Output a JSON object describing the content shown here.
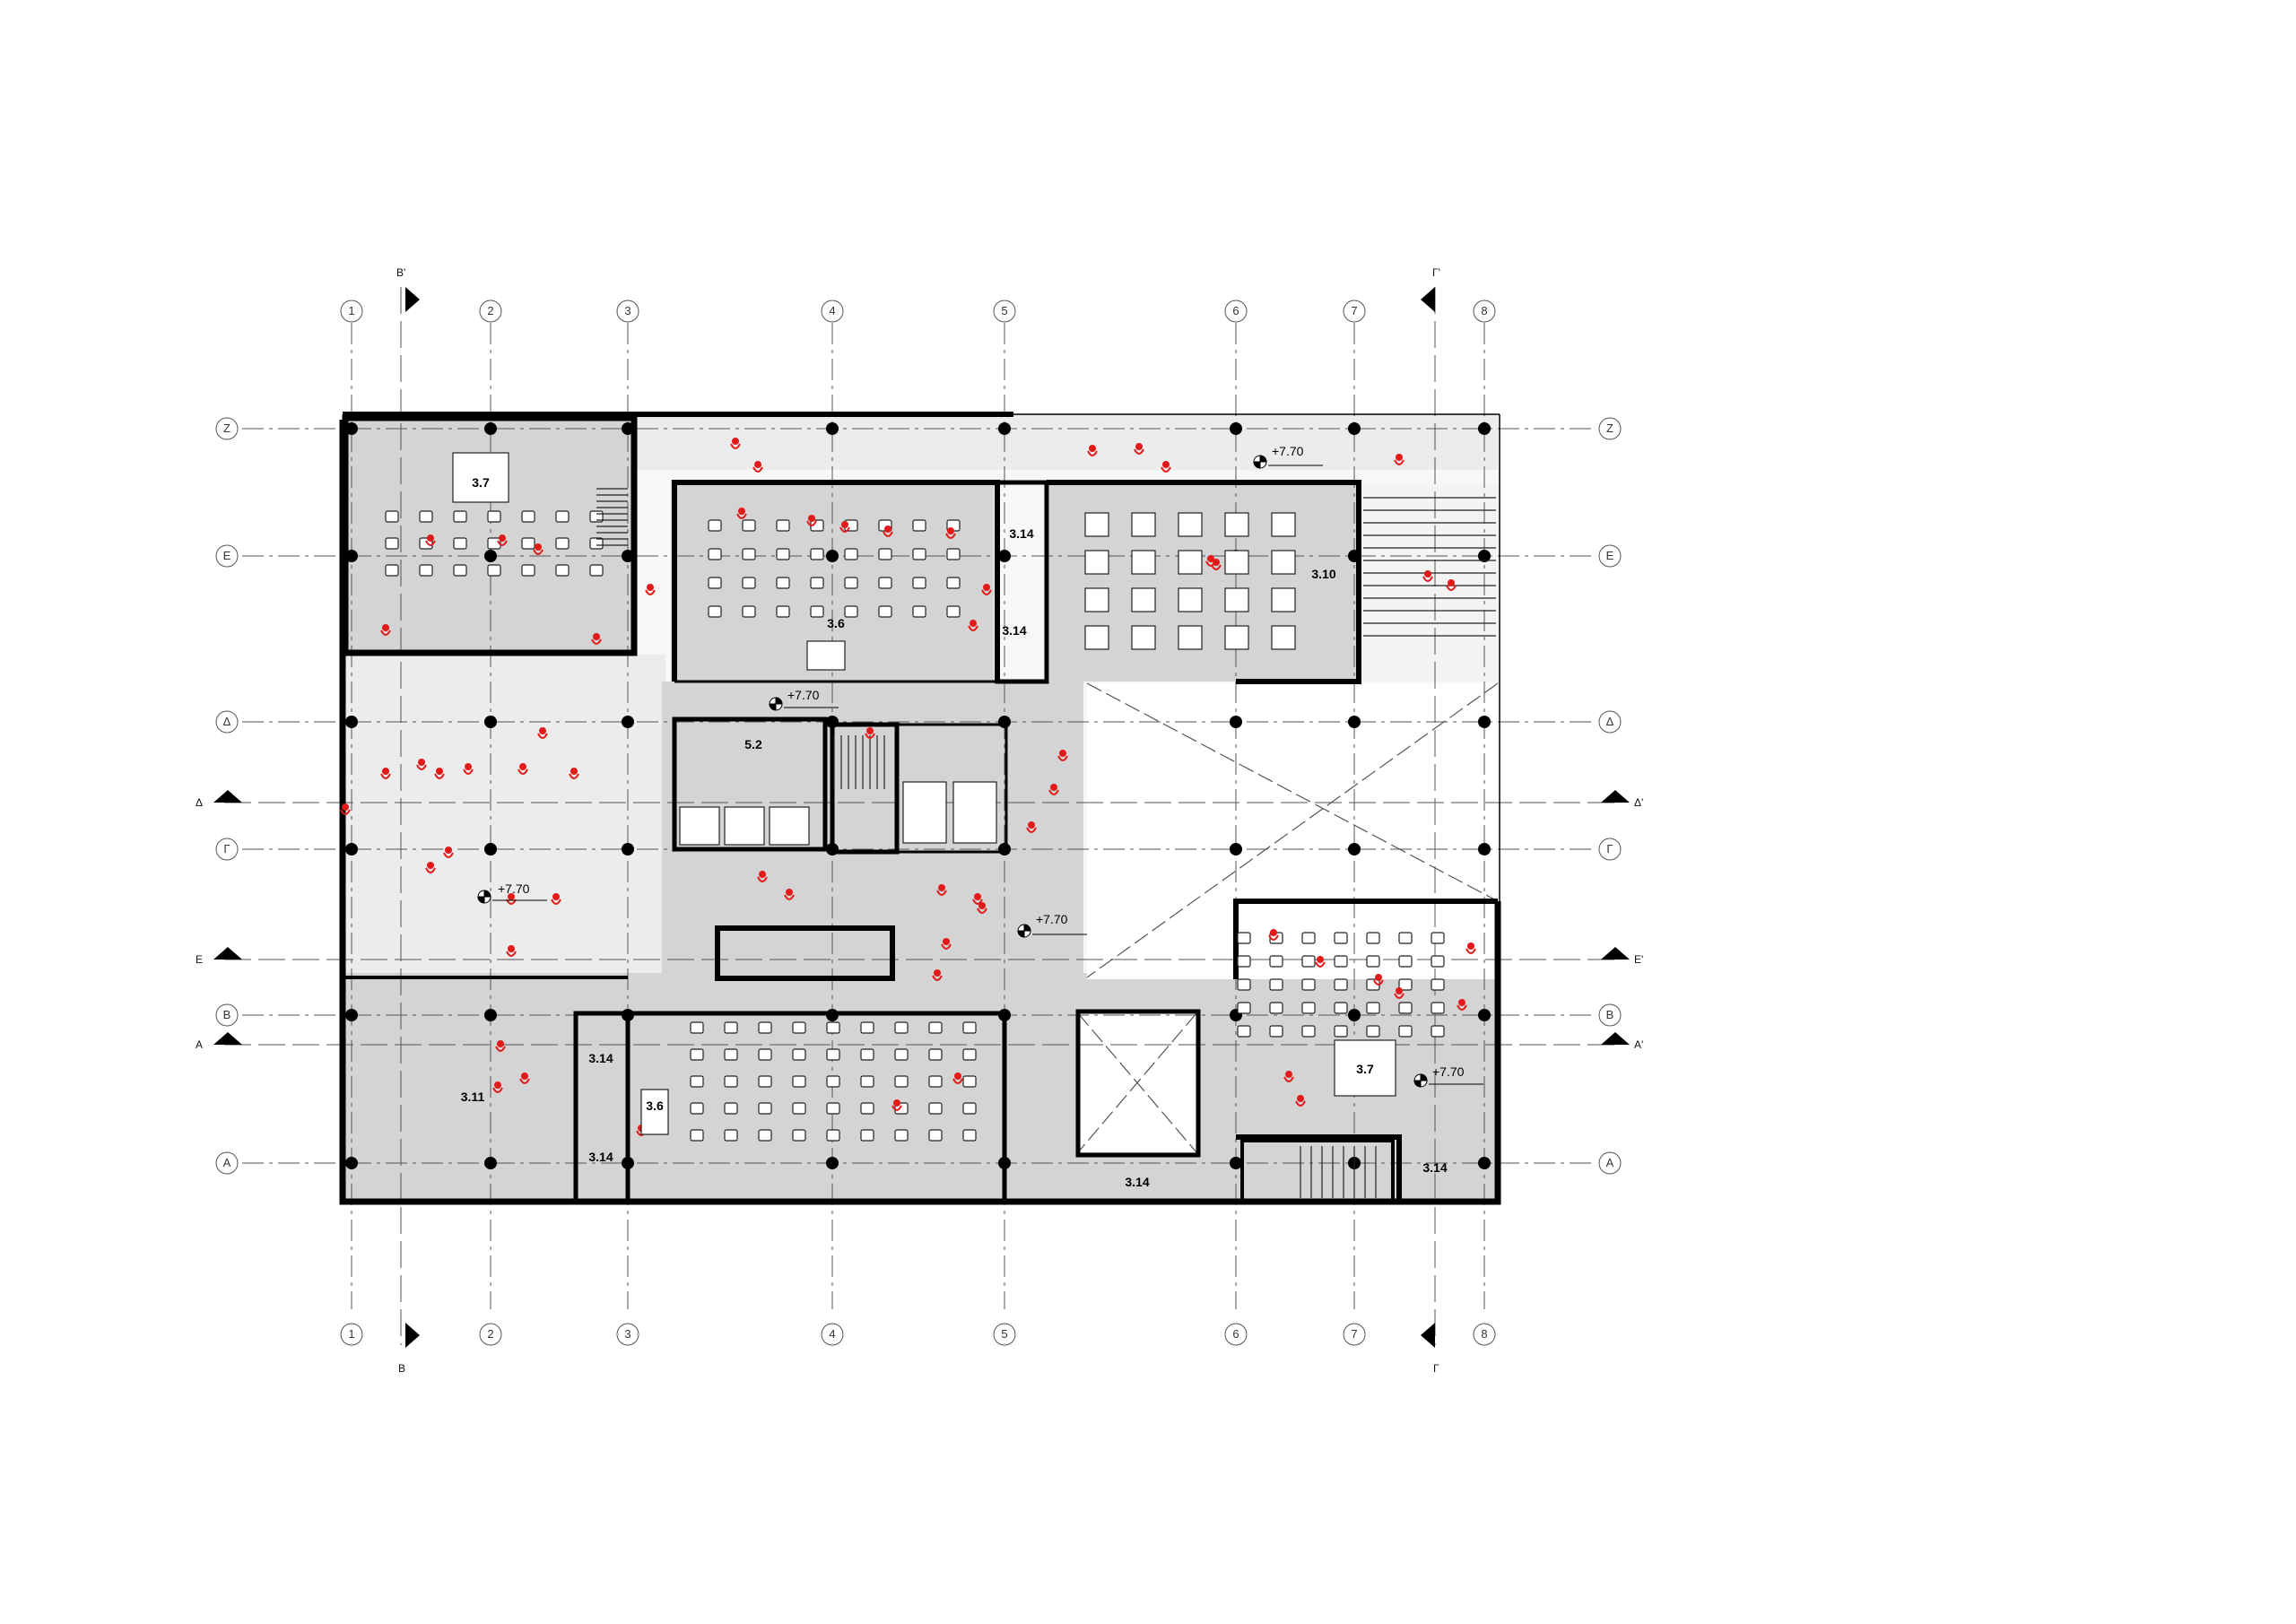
{
  "grid": {
    "columns": [
      {
        "label": "1"
      },
      {
        "label": "2"
      },
      {
        "label": "3"
      },
      {
        "label": "4"
      },
      {
        "label": "5"
      },
      {
        "label": "6"
      },
      {
        "label": "7"
      },
      {
        "label": "8"
      }
    ],
    "rows": [
      {
        "label": "Z"
      },
      {
        "label": "E"
      },
      {
        "label": "Δ"
      },
      {
        "label": "Γ"
      },
      {
        "label": "B"
      },
      {
        "label": "A"
      }
    ]
  },
  "sections": {
    "B_top": "B'",
    "B_bottom": "B",
    "G_top": "Γ'",
    "G_bottom": "Γ",
    "D_left": "Δ",
    "D_right": "Δ'",
    "E_left": "E",
    "E_right": "E'",
    "A_left": "A",
    "A_right": "A'"
  },
  "rooms": {
    "r37_top": "3.7",
    "r36_top": "3.6",
    "r314_a": "3.14",
    "r314_b": "3.14",
    "r310": "3.10",
    "r52": "5.2",
    "r37_bottom": "3.7",
    "r311": "3.11",
    "r314_c": "3.14",
    "r314_d": "3.14",
    "r36_bottom": "3.6",
    "r314_e": "3.14",
    "r314_f": "3.14"
  },
  "levels": {
    "l1": "+7.70",
    "l2": "+7.70",
    "l3": "+7.70",
    "l4": "+7.70",
    "l5": "+7.70"
  },
  "colors": {
    "interior_fill": "#d4d4d4",
    "terrace_fill": "#ececec",
    "wall": "#000000",
    "people": "#e21a1a",
    "grid_line": "#555555"
  }
}
